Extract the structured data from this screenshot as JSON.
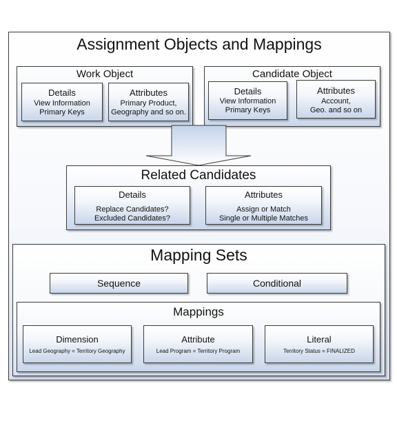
{
  "title": "Assignment Objects and Mappings",
  "work_object": {
    "title": "Work Object",
    "details": {
      "title": "Details",
      "lines": [
        "View Information",
        "Primary Keys"
      ]
    },
    "attributes": {
      "title": "Attributes",
      "lines": [
        "Primary Product,",
        "Geography and so on."
      ]
    }
  },
  "candidate_object": {
    "title": "Candidate Object",
    "details": {
      "title": "Details",
      "lines": [
        "View Information",
        "Primary Keys"
      ]
    },
    "attributes": {
      "title": "Attributes",
      "lines": [
        "Account,",
        "Geo. and so on"
      ]
    }
  },
  "related_candidates": {
    "title": "Related Candidates",
    "details": {
      "title": "Details",
      "lines": [
        "Replace Candidates?",
        "Excluded Candidates?"
      ]
    },
    "attributes": {
      "title": "Attributes",
      "lines": [
        "Assign or Match",
        "Single or Multiple Matches"
      ]
    }
  },
  "mapping_sets": {
    "title": "Mapping Sets",
    "sequence": "Sequence",
    "conditional": "Conditional",
    "mappings": {
      "title": "Mappings",
      "dimension": {
        "title": "Dimension",
        "example": "Lead Geography = Territory Geography"
      },
      "attribute": {
        "title": "Attribute",
        "example": "Lead Program = Territory Program"
      },
      "literal": {
        "title": "Literal",
        "example": "Territory Status = FINALIZED"
      }
    }
  },
  "colors": {
    "border": "#3a3a3a",
    "fill_light": "#ffffff",
    "fill_dark": "#c9d6ea",
    "arrow": "#c3d2ea"
  }
}
